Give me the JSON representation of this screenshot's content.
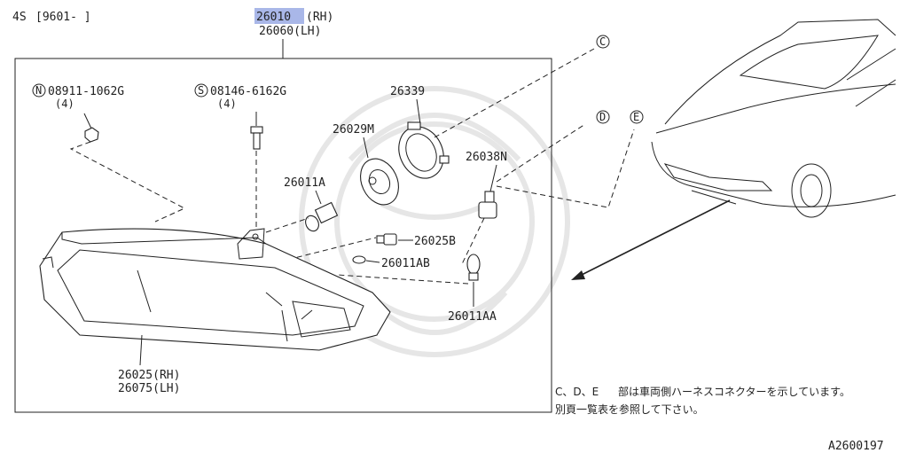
{
  "header": {
    "series_code": "4S",
    "date_range": "[9601-     ]",
    "main_part_rh": "26010",
    "main_part_rh_suffix": "(RH)",
    "main_part_lh": "26060(LH)",
    "highlight_color": "#a9b7e8"
  },
  "parts": {
    "nut": {
      "symbol": "N",
      "number": "08911-1062G",
      "qty": "(4)"
    },
    "bolt": {
      "symbol": "S",
      "number": "08146-6162G",
      "qty": "(4)"
    },
    "p26339": "26339",
    "p26029m": "26029M",
    "p26011a": "26011A",
    "p26038n": "26038N",
    "p26025b": "26025B",
    "p26011ab": "26011AB",
    "p26011aa": "26011AA",
    "housing_rh": "26025(RH)",
    "housing_lh": "26075(LH)"
  },
  "connectors": {
    "c": "C",
    "d": "D",
    "e": "E"
  },
  "note": {
    "line1_prefix": "C、D、E",
    "line1": "部は車両側ハーネスコネクターを示しています。",
    "line2": "別頁一覧表を参照して下さい。"
  },
  "figure_id": "A2600197",
  "icons": [
    "nut-symbol-icon",
    "bolt-symbol-icon",
    "car-icon",
    "headlamp-icon",
    "bulb-icon",
    "socket-icon",
    "arrow-icon"
  ]
}
